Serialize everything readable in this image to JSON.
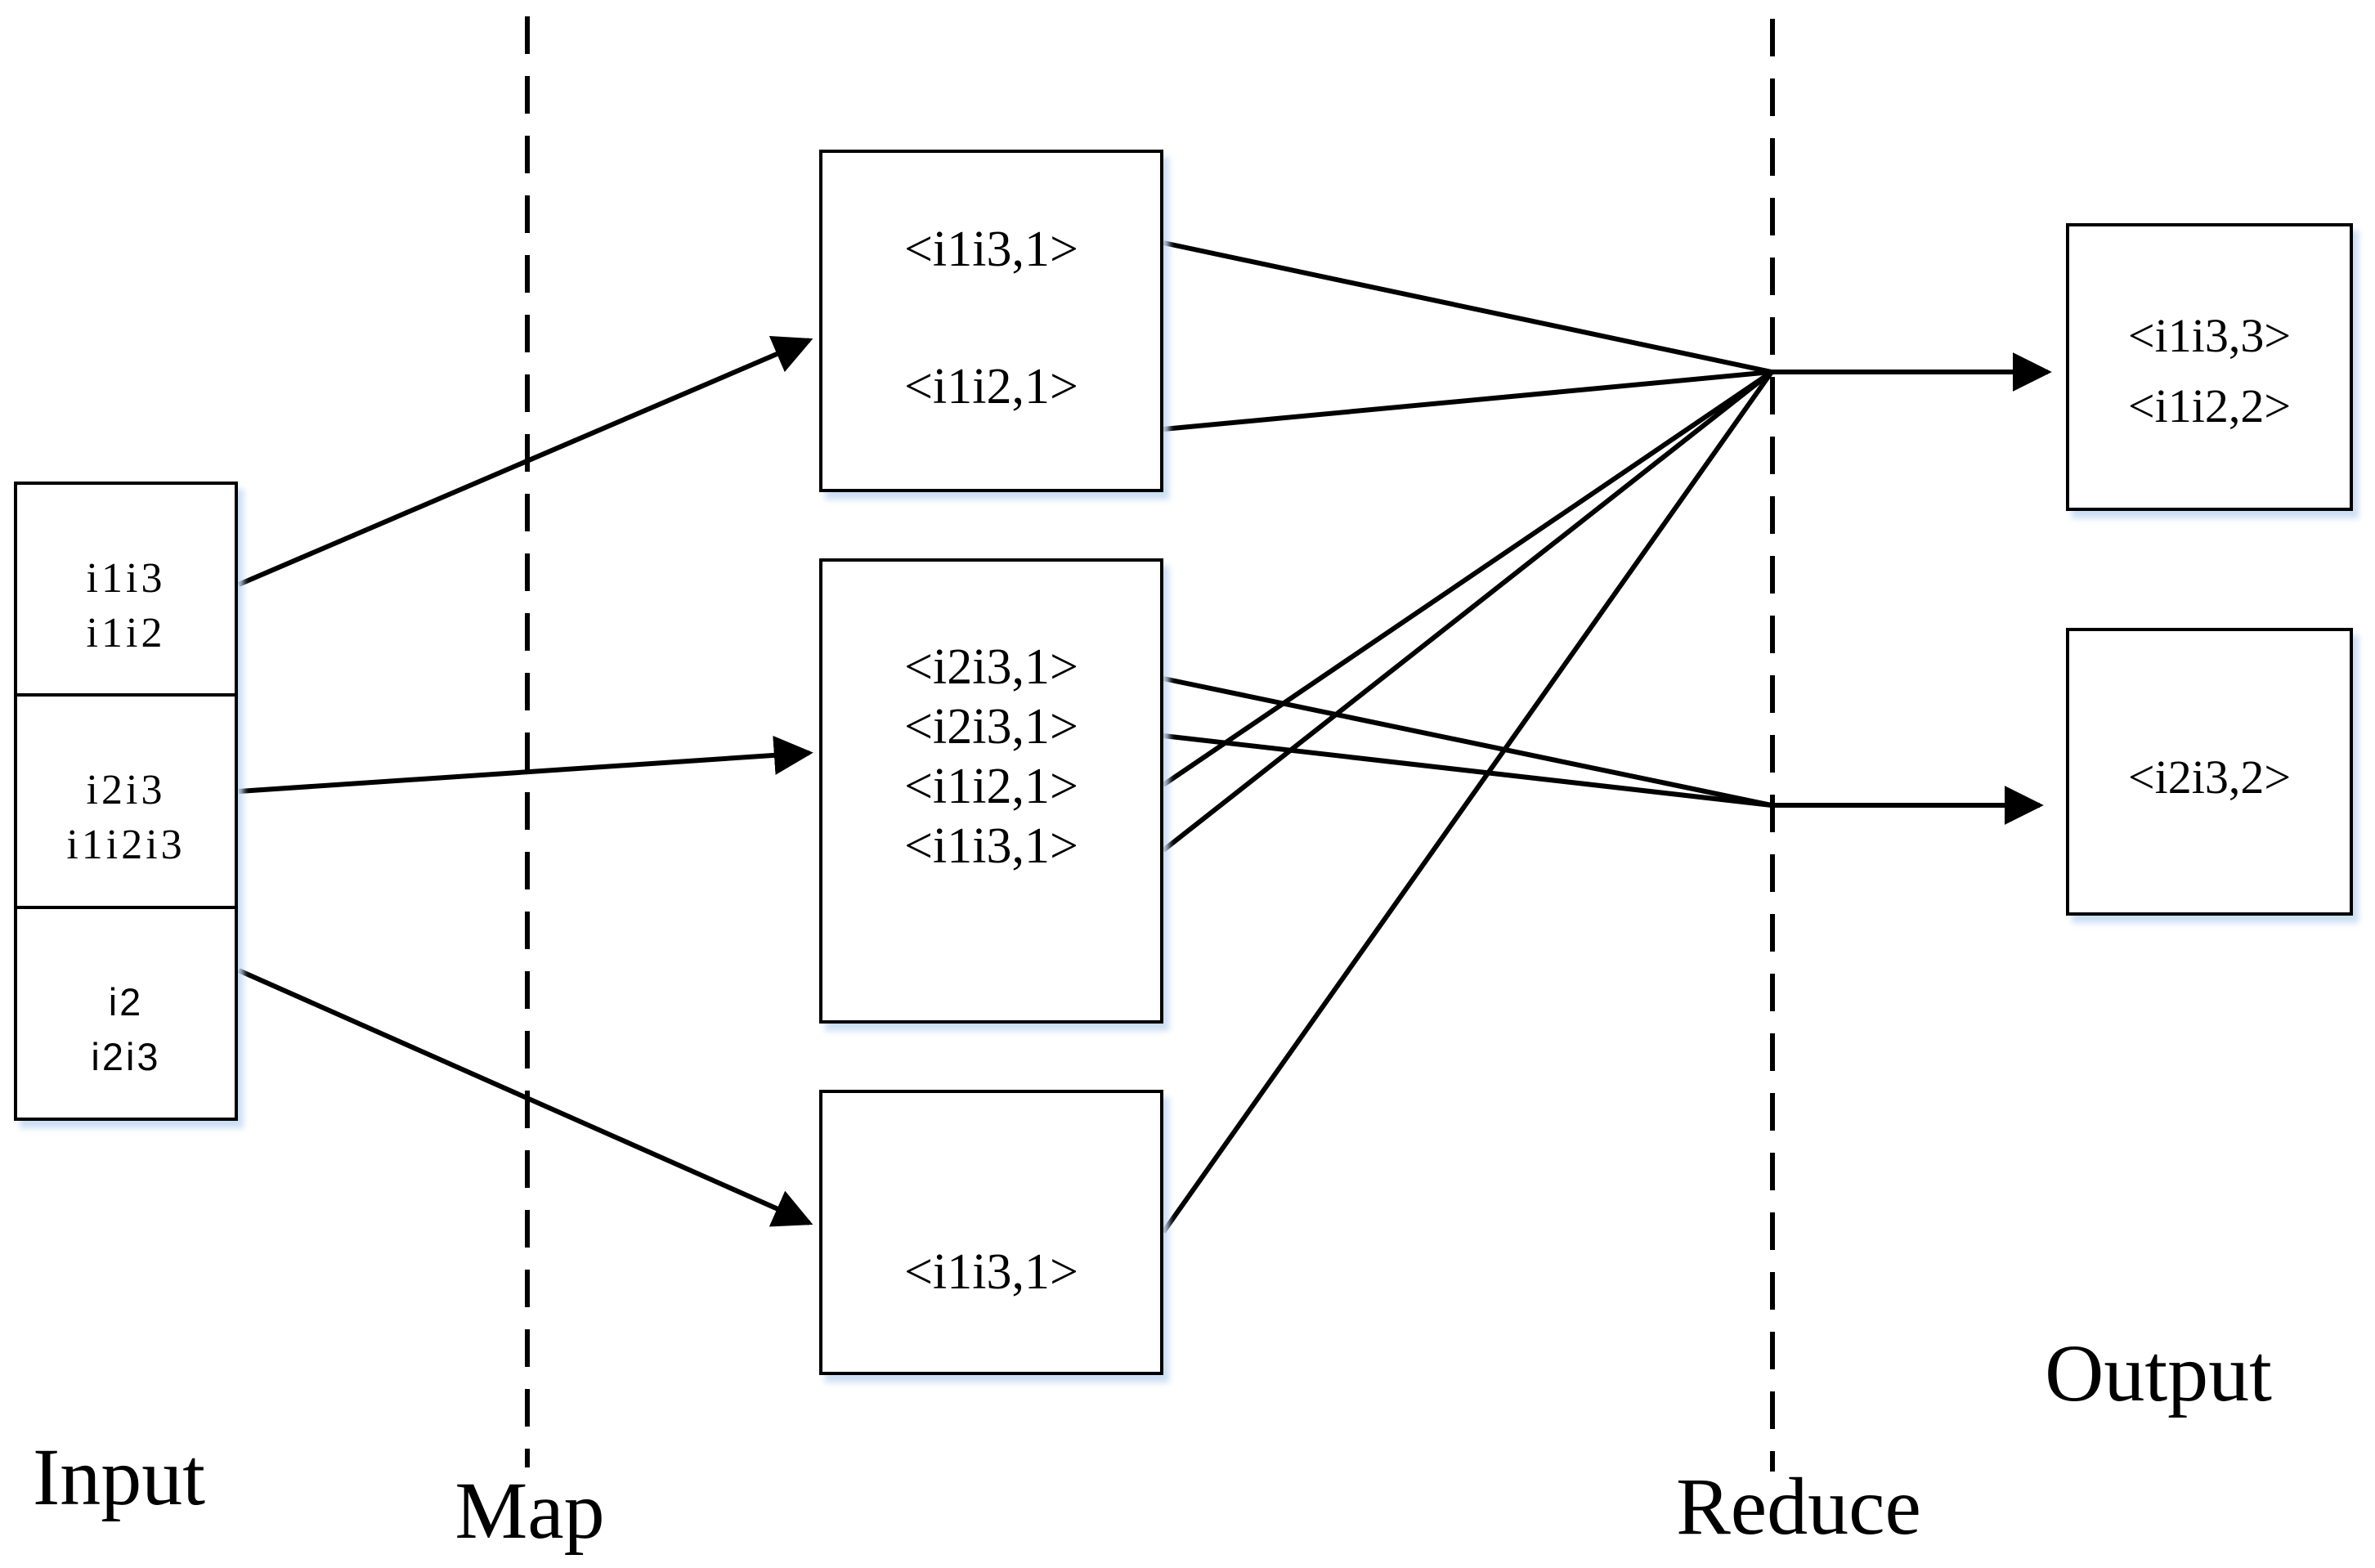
{
  "stages": {
    "input": "Input",
    "map": "Map",
    "reduce": "Reduce",
    "output": "Output"
  },
  "input_box": {
    "cells": [
      {
        "lines": [
          "i1i3",
          "i1i2"
        ]
      },
      {
        "lines": [
          "i2i3",
          "i1i2i3"
        ]
      },
      {
        "lines": [
          "i2",
          "i2i3"
        ]
      }
    ]
  },
  "map_boxes": [
    {
      "lines": [
        "<i1i3,1>",
        "<i1i2,1>"
      ]
    },
    {
      "lines": [
        "<i2i3,1>",
        "<i2i3,1>",
        "<i1i2,1>",
        "<i1i3,1>"
      ]
    },
    {
      "lines": [
        "<i1i3,1>"
      ]
    }
  ],
  "output_boxes": [
    {
      "lines": [
        "<i1i3,3>",
        "<i1i2,2>"
      ]
    },
    {
      "lines": [
        "<i2i3,2>"
      ]
    }
  ],
  "connections": {
    "input_to_map": [
      {
        "from": "input-cell-1",
        "to": "map-box-1"
      },
      {
        "from": "input-cell-2",
        "to": "map-box-2"
      },
      {
        "from": "input-cell-3",
        "to": "map-box-3"
      }
    ],
    "map_to_reduce": [
      {
        "from": "map-box-1 <i1i3,1>",
        "to": "reduce-point-1"
      },
      {
        "from": "map-box-1 <i1i2,1>",
        "to": "reduce-point-1"
      },
      {
        "from": "map-box-2 <i1i2,1>",
        "to": "reduce-point-1"
      },
      {
        "from": "map-box-2 <i1i3,1>",
        "to": "reduce-point-1"
      },
      {
        "from": "map-box-3 <i1i3,1>",
        "to": "reduce-point-1"
      },
      {
        "from": "map-box-2 <i2i3,1>",
        "to": "reduce-point-2"
      },
      {
        "from": "map-box-2 <i2i3,1>",
        "to": "reduce-point-2"
      }
    ],
    "reduce_to_output": [
      {
        "from": "reduce-point-1",
        "to": "output-box-1"
      },
      {
        "from": "reduce-point-2",
        "to": "output-box-2"
      }
    ]
  },
  "colors": {
    "stroke": "#000000",
    "background": "#ffffff",
    "box_shadow": "#c7dbf3"
  }
}
